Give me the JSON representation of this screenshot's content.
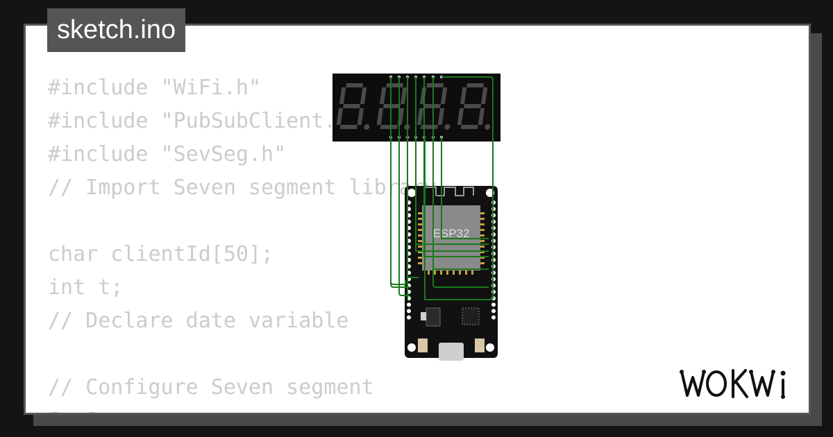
{
  "tab": {
    "filename": "sketch.ino"
  },
  "code": {
    "lines": [
      "#include \"WiFi.h\"",
      "#include \"PubSubClient.h\"",
      "#include \"SevSeg.h\"",
      "// Import Seven segment library",
      "",
      "char clientId[50];",
      "int t;",
      "// Declare date variable",
      "",
      "// Configure Seven segment",
      "SevSeg sevseg;"
    ]
  },
  "circuit": {
    "board_label": "ESP32",
    "display_digits": 4
  },
  "brand": {
    "logo_text": "WOKWI"
  },
  "colors": {
    "background": "#141414",
    "card": "#ffffff",
    "tab": "#555555",
    "code_text": "#cccccc",
    "wire": "#1a7a1a",
    "board": "#111111",
    "chip": "#8a8a8a"
  }
}
